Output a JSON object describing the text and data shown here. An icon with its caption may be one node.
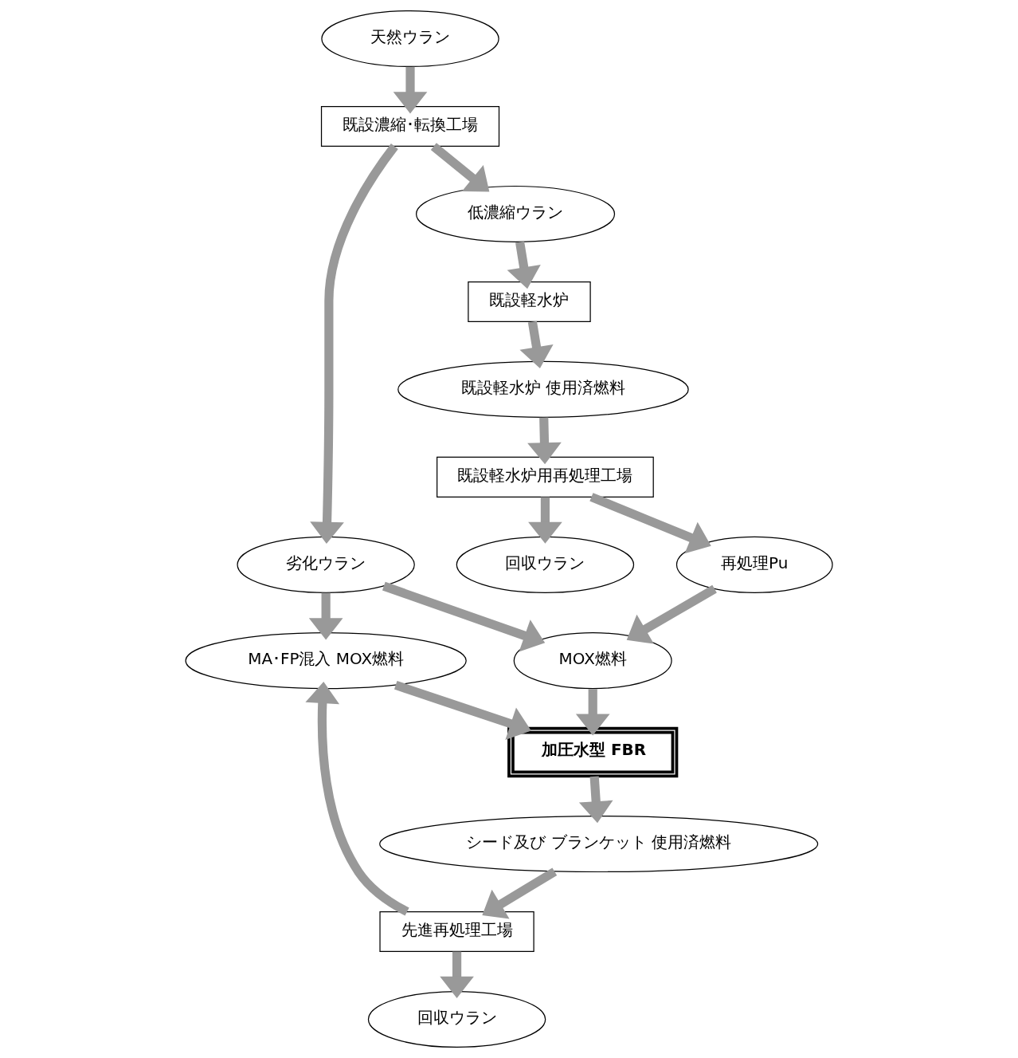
{
  "diagram": {
    "nodes": [
      {
        "text": [
          "天然ウラン"
        ]
      },
      {
        "text": [
          "既設濃縮･転換工場"
        ]
      },
      {
        "text": [
          "劣化ウラン"
        ]
      },
      {
        "text": [
          "低濃縮ウラン"
        ]
      },
      {
        "text": [
          "既設軽水炉"
        ]
      },
      {
        "text": [
          "既設軽水炉 使用済燃料"
        ]
      },
      {
        "text": [
          "既設軽水炉用再処理工場"
        ]
      },
      {
        "text": [
          "回収ウラン"
        ]
      },
      {
        "text": [
          "MA･FP混入 MOX燃料"
        ]
      },
      {
        "text": [
          "再処理Pu"
        ]
      },
      {
        "text": [
          "MOX燃料"
        ]
      },
      {
        "text": [
          "加圧水型 FBR"
        ]
      },
      {
        "text": [
          "先進再処理工場"
        ]
      },
      {
        "text": [
          "回収ウラン"
        ]
      },
      {
        "text": [
          "シード及び ブランケット 使用済燃料"
        ]
      }
    ],
    "edges": [
      {
        "from": 0,
        "to": 1,
        "arrow": "to"
      },
      {
        "from": 1,
        "to": 2,
        "arrow": "to"
      },
      {
        "from": 1,
        "to": 3,
        "arrow": "to"
      },
      {
        "from": 3,
        "to": 4,
        "arrow": "to"
      },
      {
        "from": 4,
        "to": 5,
        "arrow": "to"
      },
      {
        "from": 5,
        "to": 6,
        "arrow": "to"
      },
      {
        "from": 6,
        "to": 9,
        "arrow": "to"
      },
      {
        "from": 6,
        "to": 13,
        "arrow": "to"
      },
      {
        "from": 2,
        "to": 10,
        "arrow": "to"
      },
      {
        "from": 2,
        "to": 8,
        "arrow": "to"
      },
      {
        "from": 9,
        "to": 10,
        "arrow": "to"
      },
      {
        "from": 10,
        "to": 11,
        "arrow": "to"
      },
      {
        "from": 8,
        "to": 11,
        "arrow": "to"
      },
      {
        "from": 11,
        "to": 14,
        "arrow": "to"
      },
      {
        "from": 14,
        "to": 12,
        "arrow": "to"
      },
      {
        "from": 12,
        "to": 8,
        "arrow": "to"
      },
      {
        "from": 12,
        "to": 7,
        "arrow": "to"
      }
    ]
  }
}
